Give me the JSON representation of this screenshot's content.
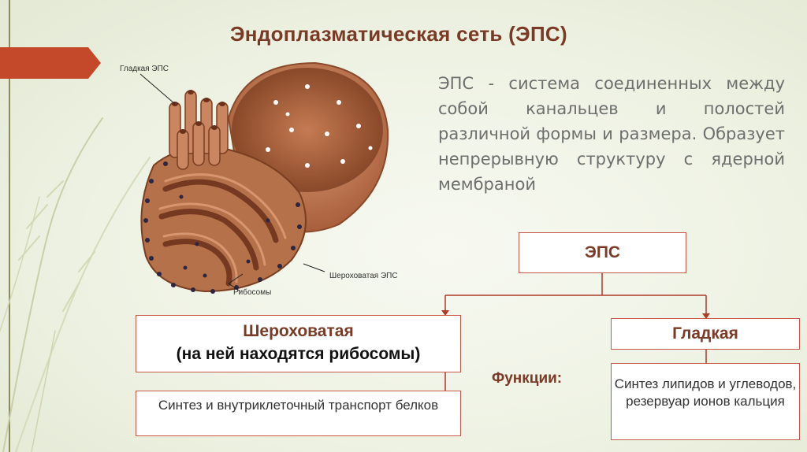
{
  "slide": {
    "title": "Эндоплазматическая сеть (ЭПС)",
    "description": "ЭПС - система соединенных между собой канальцев и полостей различной формы и размера. Образует непрерывную структуру с ядерной мембраной"
  },
  "illustration": {
    "label_smooth": "Гладкая ЭПС",
    "label_rough": "Шероховатая ЭПС",
    "label_ribosomes": "Рибосомы"
  },
  "diagram": {
    "root": "ЭПС",
    "rough_title": "Шероховатая",
    "rough_subtitle": "(на ней находятся рибосомы)",
    "smooth_title": "Гладкая",
    "functions_label": "Функции:",
    "rough_function": "Синтез и внутриклеточный транспорт белков",
    "smooth_function": "Синтез липидов и углеводов, резервуар ионов кальция"
  },
  "colors": {
    "accent": "#c4482a",
    "title": "#7a3a26",
    "box_border": "#c7574a",
    "organelle": "#b5714a"
  }
}
